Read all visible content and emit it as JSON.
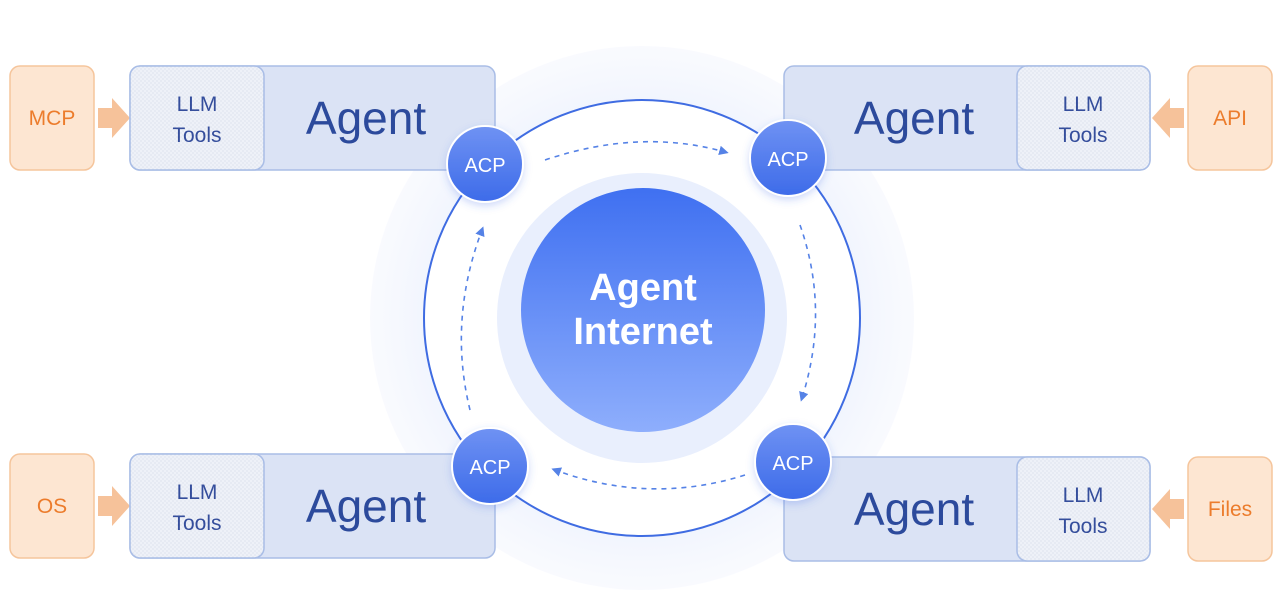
{
  "center": {
    "line1": "Agent",
    "line2": "Internet"
  },
  "acp_label": "ACP",
  "agents": [
    {
      "id": "top-left",
      "agent_label": "Agent",
      "tools_line1": "LLM",
      "tools_line2": "Tools",
      "source": "MCP"
    },
    {
      "id": "top-right",
      "agent_label": "Agent",
      "tools_line1": "LLM",
      "tools_line2": "Tools",
      "source": "API"
    },
    {
      "id": "bottom-left",
      "agent_label": "Agent",
      "tools_line1": "LLM",
      "tools_line2": "Tools",
      "source": "OS"
    },
    {
      "id": "bottom-right",
      "agent_label": "Agent",
      "tools_line1": "LLM",
      "tools_line2": "Tools",
      "source": "Files"
    }
  ],
  "colors": {
    "agent_fill": "#dbe3f5",
    "agent_stroke": "#a9bde6",
    "agent_text": "#2c4a9c",
    "tools_fill": "#eef1f8",
    "tools_text": "#354e9c",
    "source_fill": "#fde6d2",
    "source_stroke": "#f5c59c",
    "source_text": "#ec7c2c",
    "arrow_fill": "#f6c29a",
    "acp_top": "#6f92f3",
    "acp_bottom": "#3d6be9",
    "center_top": "#3f70f1",
    "center_bottom": "#8eaefc",
    "ring_stroke": "#3f6ce2",
    "dash_stroke": "#5582e6"
  }
}
